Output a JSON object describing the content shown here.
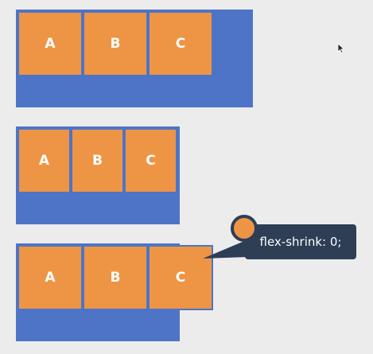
{
  "demos": [
    {
      "items": [
        {
          "label": "A"
        },
        {
          "label": "B"
        },
        {
          "label": "C"
        }
      ]
    },
    {
      "items": [
        {
          "label": "A"
        },
        {
          "label": "B"
        },
        {
          "label": "C"
        }
      ]
    },
    {
      "items": [
        {
          "label": "A"
        },
        {
          "label": "B"
        },
        {
          "label": "C"
        }
      ]
    }
  ],
  "callout": {
    "text": "flex-shrink: 0;"
  },
  "colors": {
    "container": "#4d74c7",
    "item": "#ee9545",
    "callout_bg": "#2d3e55",
    "background": "#ececec"
  },
  "icons": {
    "cursor": "mouse-cursor-icon"
  }
}
